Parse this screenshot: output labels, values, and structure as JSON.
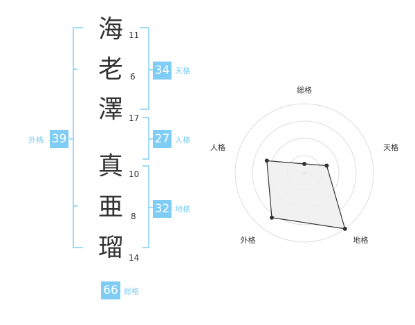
{
  "name": {
    "characters": [
      {
        "char": "海",
        "strokes": "11"
      },
      {
        "char": "老",
        "strokes": "6"
      },
      {
        "char": "澤",
        "strokes": "17"
      },
      {
        "char": "真",
        "strokes": "10"
      },
      {
        "char": "亜",
        "strokes": "8"
      },
      {
        "char": "瑠",
        "strokes": "14"
      }
    ]
  },
  "fortunes": {
    "tenkaku": {
      "value": "34",
      "label": "天格"
    },
    "jinkaku": {
      "value": "27",
      "label": "人格"
    },
    "chikaku": {
      "value": "32",
      "label": "地格"
    },
    "gaikaku": {
      "value": "39",
      "label": "外格"
    },
    "soukaku": {
      "value": "66",
      "label": "総格"
    }
  },
  "chart_data": {
    "type": "radar",
    "axes": [
      "総格",
      "天格",
      "地格",
      "外格",
      "人格"
    ],
    "values": [
      0.13,
      0.34,
      1.0,
      0.8,
      0.57
    ],
    "rings": 4,
    "colors": {
      "fill": "#eeeeee",
      "line": "#333333",
      "grid": "#dddddd",
      "point": "#333333"
    }
  },
  "colors": {
    "accent": "#7fcdf4",
    "text": "#333333"
  }
}
